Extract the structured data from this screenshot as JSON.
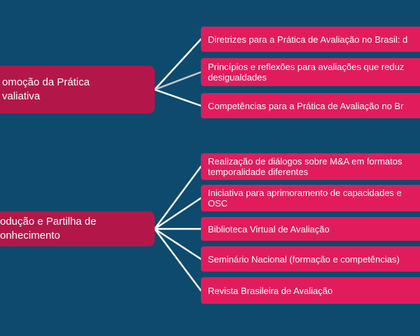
{
  "colors": {
    "background": "#0d4a6e",
    "root_fill": "#b3174a",
    "leaf_fill": "#e21c5c",
    "connector": "#ffffff",
    "connector_highlight": "#c8c8c8"
  },
  "groups": [
    {
      "root": {
        "lines": [
          "omoção da Prática",
          "valiativa"
        ]
      },
      "children": [
        {
          "lines": [
            "Diretrizes para a Prática de Avaliação no Brasil: d"
          ]
        },
        {
          "lines": [
            "Princípios e reflexões para avaliações que reduz",
            "desigualdades"
          ],
          "highlighted": true
        },
        {
          "lines": [
            "Competências para a Prática de Avaliação no Br"
          ]
        }
      ]
    },
    {
      "root": {
        "lines": [
          "odução e Partilha de",
          "onhecimento"
        ]
      },
      "children": [
        {
          "lines": [
            "Realização de diálogos sobre M&A em formatos",
            "temporalidade diferentes"
          ]
        },
        {
          "lines": [
            "Iniciativa para aprimoramento de capacidades e",
            "OSC"
          ]
        },
        {
          "lines": [
            "Biblioteca Virtual de Avaliação"
          ]
        },
        {
          "lines": [
            "Seminário Nacional (formação e competências)"
          ]
        },
        {
          "lines": [
            "Revista Brasileira de Avaliação"
          ]
        }
      ]
    }
  ]
}
